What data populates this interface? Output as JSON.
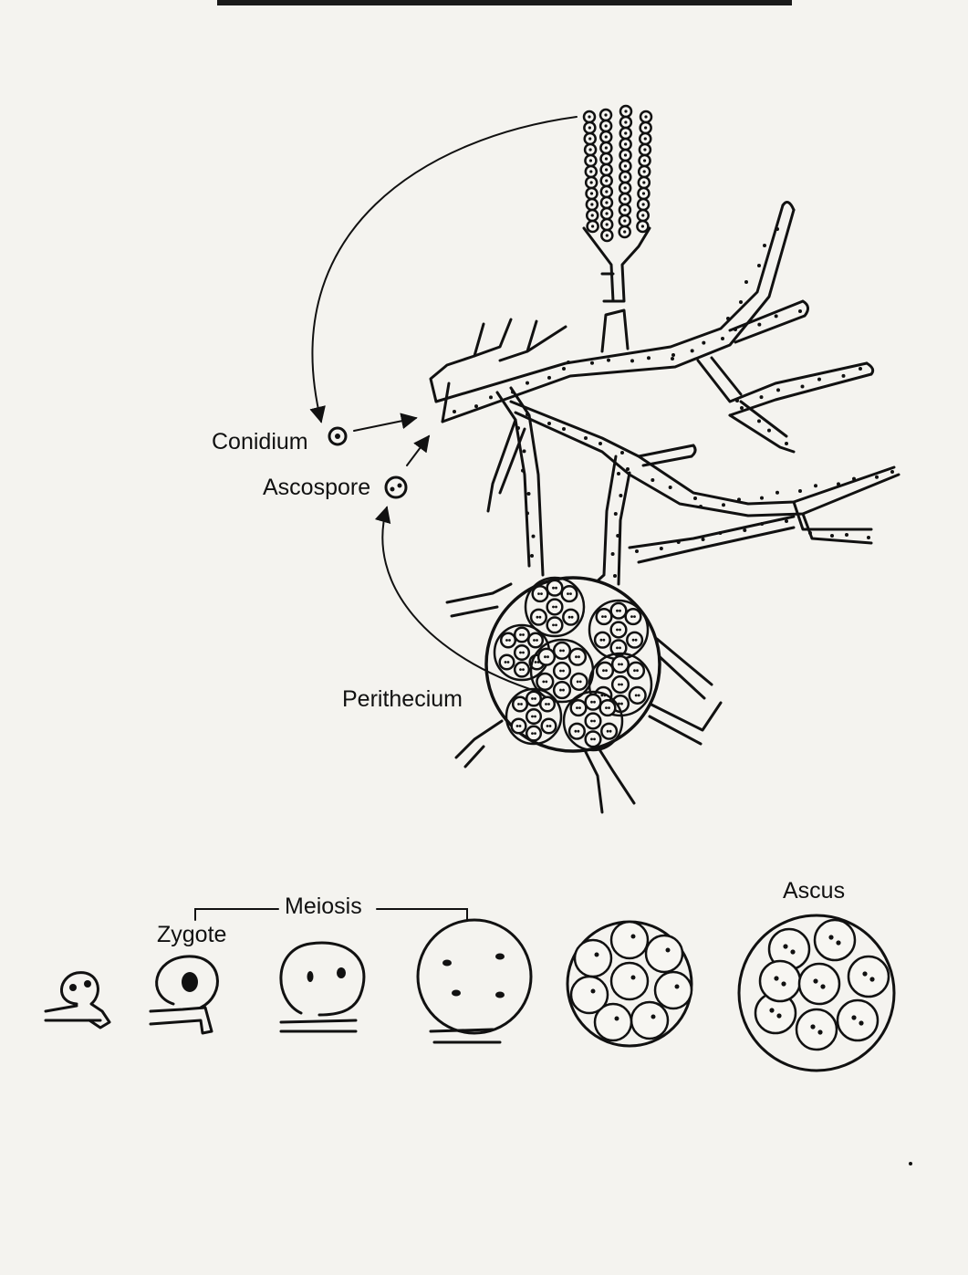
{
  "labels": {
    "conidium": "Conidium",
    "ascospore": "Ascospore",
    "perithecium": "Perithecium",
    "meiosis": "Meiosis",
    "zygote": "Zygote",
    "ascus": "Ascus"
  },
  "colors": {
    "ink": "#111111",
    "paper": "#f4f3ef"
  }
}
